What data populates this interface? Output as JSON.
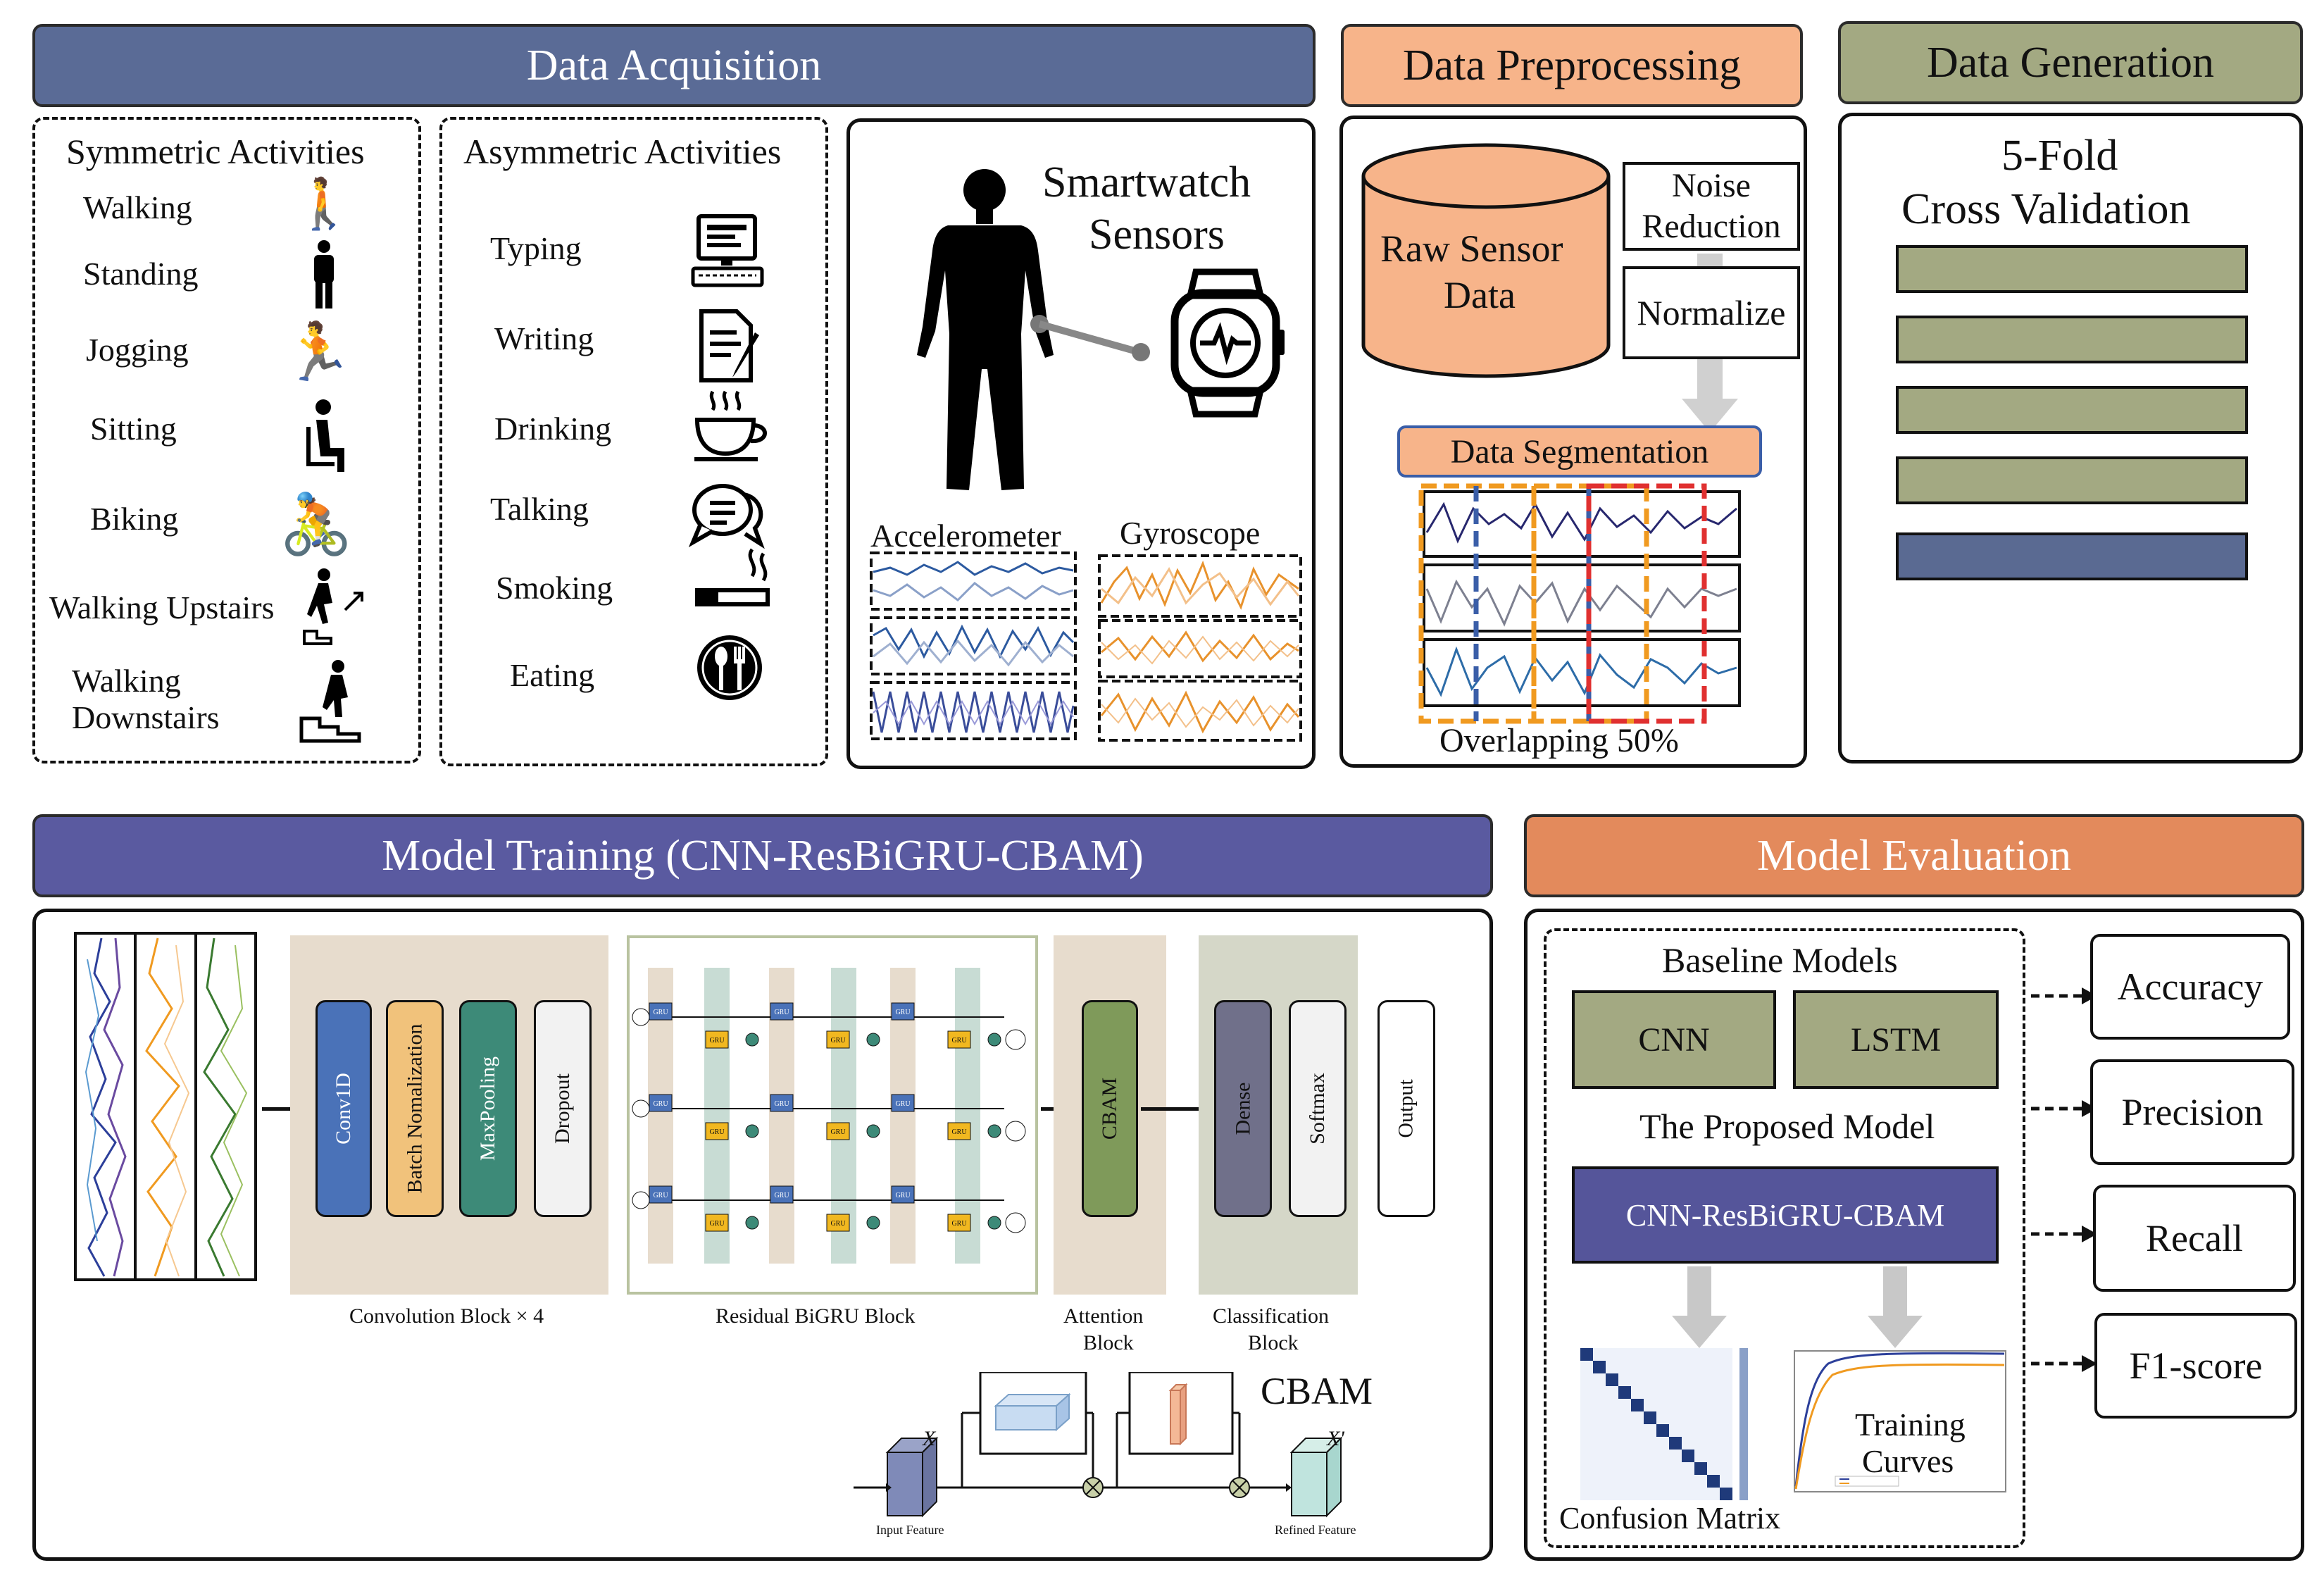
{
  "acquisition": {
    "title": "Data Acquisition",
    "symmetric_title": "Symmetric Activities",
    "symmetric": [
      {
        "label": "Walking",
        "icon": "walking-icon"
      },
      {
        "label": "Standing",
        "icon": "standing-icon"
      },
      {
        "label": "Jogging",
        "icon": "jogging-icon"
      },
      {
        "label": "Sitting",
        "icon": "sitting-icon"
      },
      {
        "label": "Biking",
        "icon": "biking-icon"
      },
      {
        "label": "Walking Upstairs",
        "icon": "upstairs-icon"
      },
      {
        "label": "Walking",
        "label2": "Downstairs",
        "icon": "downstairs-icon"
      }
    ],
    "asymmetric_title": "Asymmetric Activities",
    "asymmetric": [
      {
        "label": "Typing",
        "icon": "computer-icon"
      },
      {
        "label": "Writing",
        "icon": "document-icon"
      },
      {
        "label": "Drinking",
        "icon": "coffee-cup-icon"
      },
      {
        "label": "Talking",
        "icon": "speech-bubble-icon"
      },
      {
        "label": "Smoking",
        "icon": "cigarette-icon"
      },
      {
        "label": "Eating",
        "icon": "fork-spoon-icon"
      }
    ],
    "sensors_title_1": "Smartwatch",
    "sensors_title_2": "Sensors",
    "accelerometer": "Accelerometer",
    "gyroscope": "Gyroscope"
  },
  "preprocessing": {
    "title": "Data Preprocessing",
    "raw_1": "Raw Sensor",
    "raw_2": "Data",
    "noise_1": "Noise",
    "noise_2": "Reduction",
    "normalize": "Normalize",
    "segmentation": "Data Segmentation",
    "overlap": "Overlapping 50%"
  },
  "generation": {
    "title": "Data Generation",
    "cv_1": "5-Fold",
    "cv_2": "Cross Validation",
    "fold_colors": [
      "#a3a982",
      "#a3a982",
      "#a3a982",
      "#a3a982",
      "#5a6a92"
    ]
  },
  "training": {
    "title": "Model Training (CNN-ResBiGRU-CBAM)",
    "conv_layers": [
      {
        "label": "Conv1D",
        "color": "#4a72b8"
      },
      {
        "label": "Batch Nomalization",
        "color": "#f1c27b"
      },
      {
        "label": "MaxPooling",
        "color": "#3d8a78"
      },
      {
        "label": "Dropout",
        "color": "#f2f2f2"
      }
    ],
    "gru_label": "GRU",
    "cbam_layer": "CBAM",
    "dense_layer": "Dense",
    "softmax_layer": "Softmax",
    "output_layer": "Output",
    "conv_caption": "Convolution Block × 4",
    "bigru_caption": "Residual BiGRU Block",
    "attention_caption_1": "Attention",
    "attention_caption_2": "Block",
    "class_caption_1": "Classification",
    "class_caption_2": "Block",
    "cbam_title": "CBAM",
    "x_label": "X",
    "xp_label": "X'",
    "input_feature": "Input Feature",
    "refined_feature": "Refined Feature"
  },
  "evaluation": {
    "title": "Model Evaluation",
    "baseline": "Baseline Models",
    "cnn": "CNN",
    "lstm": "LSTM",
    "proposed": "The Proposed Model",
    "proposed_model": "CNN-ResBiGRU-CBAM",
    "training_curves_1": "Training",
    "training_curves_2": "Curves",
    "confusion": "Confusion Matrix",
    "metrics": [
      "Accuracy",
      "Precision",
      "Recall",
      "F1-score"
    ]
  },
  "colors": {
    "acq_header": "#5a6b96",
    "pre_header": "#f7b48a",
    "gen_header": "#a3a982",
    "train_header": "#5a5aa0",
    "eval_header": "#e38a5c",
    "olive": "#a3a982",
    "cnn_model": "#55559a",
    "raw_data": "#f7b48a"
  }
}
